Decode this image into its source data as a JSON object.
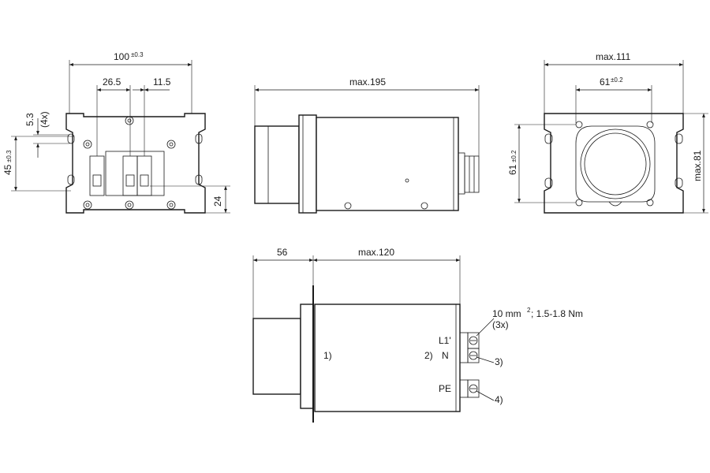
{
  "front_view": {
    "width_value": "100",
    "width_tol": "±0.3",
    "dim_a": "26.5",
    "dim_b": "11.5",
    "slot_height": "5.3",
    "slot_count": "(4x)",
    "hole_height": "45",
    "hole_height_tol": "±0.3",
    "terminal_offset": "24"
  },
  "side_view": {
    "length": "max.195"
  },
  "end_view": {
    "width": "max.111",
    "hole_spacing_value": "61",
    "hole_spacing_tol": "±0.2",
    "hole_vertical_value": "61",
    "hole_vertical_tol": "±0.2",
    "height": "max.81"
  },
  "bottom_view": {
    "dim_left": "56",
    "dim_right": "max.120",
    "torque_main": "10 mm",
    "torque_sup": "2",
    "torque_rest": "; 1.5-1.8 Nm",
    "torque_count": "(3x)",
    "label_l1": "L1'",
    "label_n": "N",
    "label_pe": "PE",
    "note1": "1)",
    "note2": "2)",
    "note3": "3)",
    "note4": "4)"
  }
}
